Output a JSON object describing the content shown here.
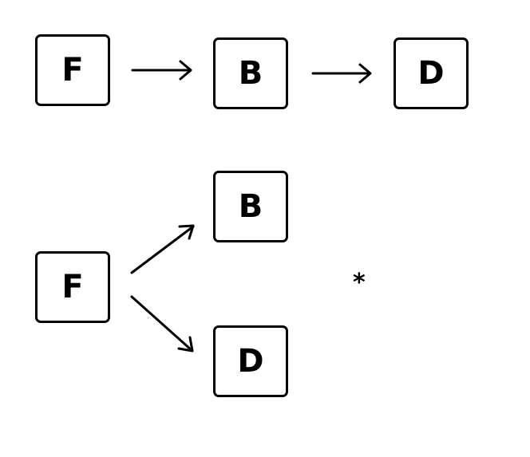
{
  "diagram": {
    "row1": {
      "nodes": [
        "F",
        "B",
        "D"
      ]
    },
    "row2": {
      "source": "F",
      "targets": [
        "B",
        "D"
      ]
    },
    "marker": "*",
    "colors": {
      "stroke": "#000000",
      "background": "#ffffff"
    }
  }
}
